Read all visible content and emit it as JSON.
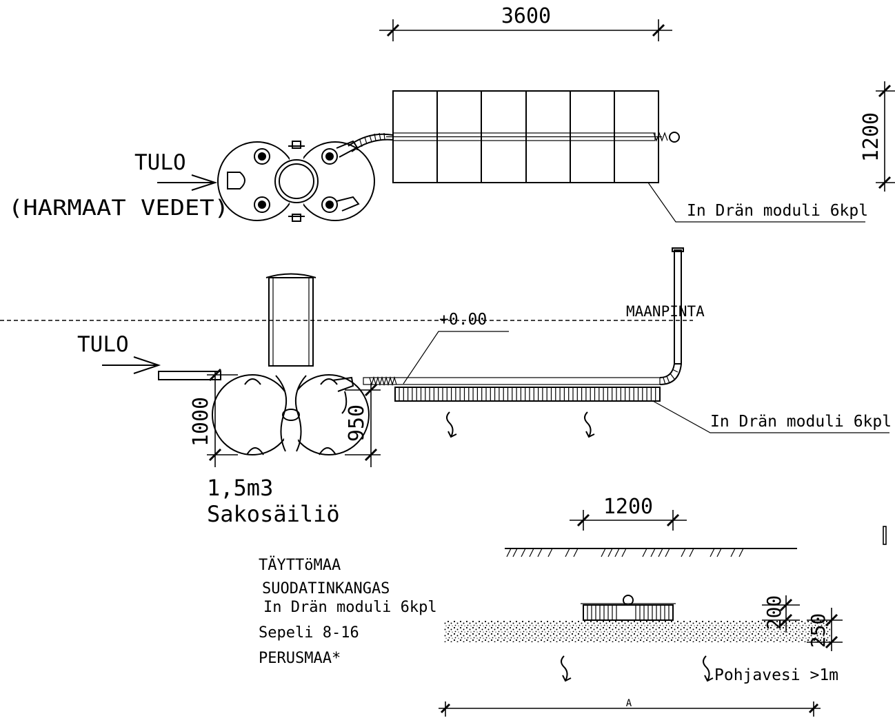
{
  "plan": {
    "dim_length": "3600",
    "dim_width": "1200",
    "inlet_label": "TULO",
    "inlet_note": "(HARMAAT VEDET)",
    "module_label": "In Drän moduli 6kpl"
  },
  "section": {
    "inlet_label": "TULO",
    "ground_label": "MAANPINTA",
    "level_label": "+0.00",
    "module_label": "In Drän moduli 6kpl",
    "tank_height": "1000",
    "tank_inner": "950",
    "tank_volume": "1,5m3",
    "tank_name": "Sakosäiliö"
  },
  "cross_section": {
    "dim_width": "1200",
    "layers": [
      "TÄYTTöMAA",
      "SUODATINKANGAS",
      "In Drän moduli 6kpl",
      "Sepeli 8-16",
      "PERUSMAA*"
    ],
    "dim_module": "200",
    "dim_gravel": "250",
    "groundwater": "Pohjavesi >1m",
    "dim_base": "A"
  }
}
